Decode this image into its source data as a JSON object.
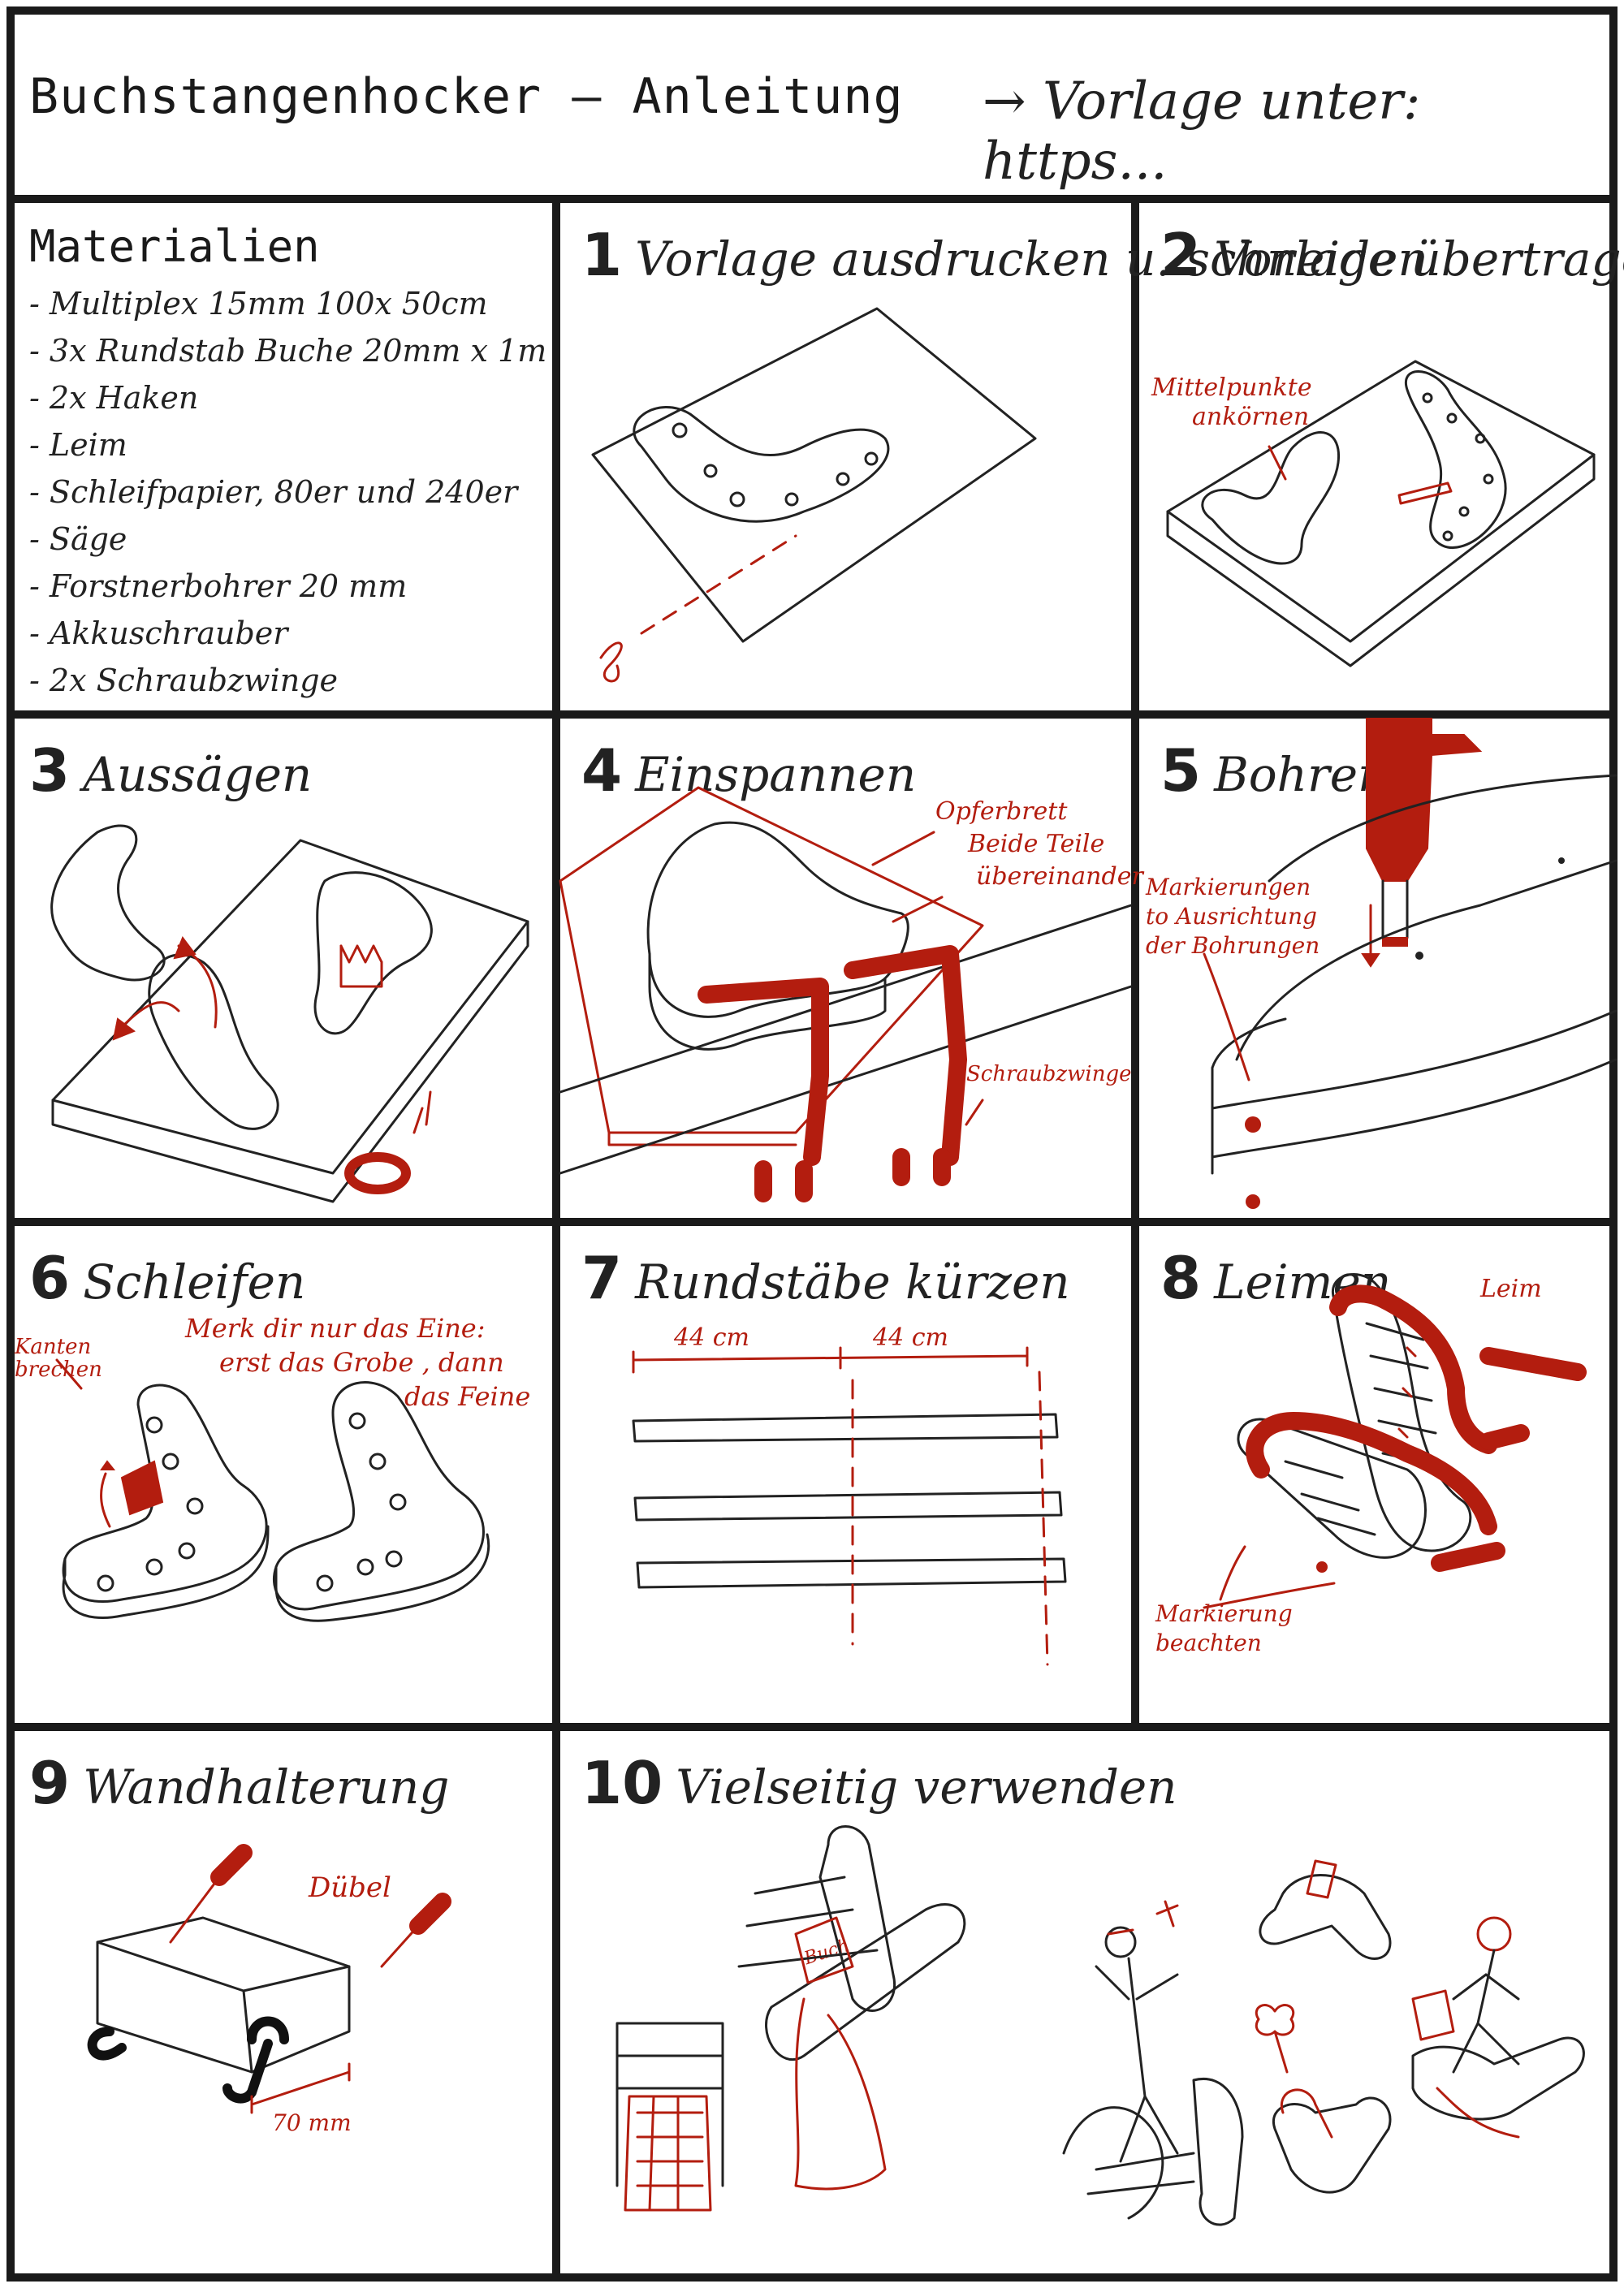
{
  "header": {
    "title": "Buchstangenhocker – Anleitung",
    "template_note": "→ Vorlage unter: https..."
  },
  "materials": {
    "title": "Materialien",
    "items": [
      "Multiplex 15mm 100x 50cm",
      "3x Rundstab Buche 20mm x 1m",
      "2x Haken",
      "Leim",
      "Schleifpapier, 80er und 240er",
      "Säge",
      "Forstnerbohrer 20 mm",
      "Akkuschrauber",
      "2x Schraubzwinge"
    ]
  },
  "steps": [
    {
      "num": "1",
      "title": "Vorlage ausdrucken u. schneiden"
    },
    {
      "num": "2",
      "title": "Vorlage übertragen",
      "notes": [
        "Mittelpunkte",
        "ankörnen"
      ]
    },
    {
      "num": "3",
      "title": "Aussägen"
    },
    {
      "num": "4",
      "title": "Einspannen",
      "notes": [
        "Opferbrett",
        "Beide Teile",
        "übereinander",
        "Schraubzwinge"
      ]
    },
    {
      "num": "5",
      "title": "Bohren",
      "notes": [
        "Markierungen",
        "to Ausrichtung",
        "der Bohrungen"
      ]
    },
    {
      "num": "6",
      "title": "Schleifen",
      "notes": [
        "Kanten",
        "brechen",
        "Merk dir nur das Eine:",
        "erst das Grobe , dann",
        "das Feine"
      ]
    },
    {
      "num": "7",
      "title": "Rundstäbe kürzen",
      "notes": [
        "44 cm",
        "44 cm"
      ]
    },
    {
      "num": "8",
      "title": "Leimen",
      "notes": [
        "Leim",
        "Markierung",
        "beachten"
      ]
    },
    {
      "num": "9",
      "title": "Wandhalterung",
      "notes": [
        "Dübel",
        "70 mm"
      ]
    },
    {
      "num": "10",
      "title": "Vielseitig verwenden",
      "notes": [
        "Buch"
      ]
    }
  ],
  "colors": {
    "ink": "#222222",
    "accent": "#b31d0f"
  }
}
